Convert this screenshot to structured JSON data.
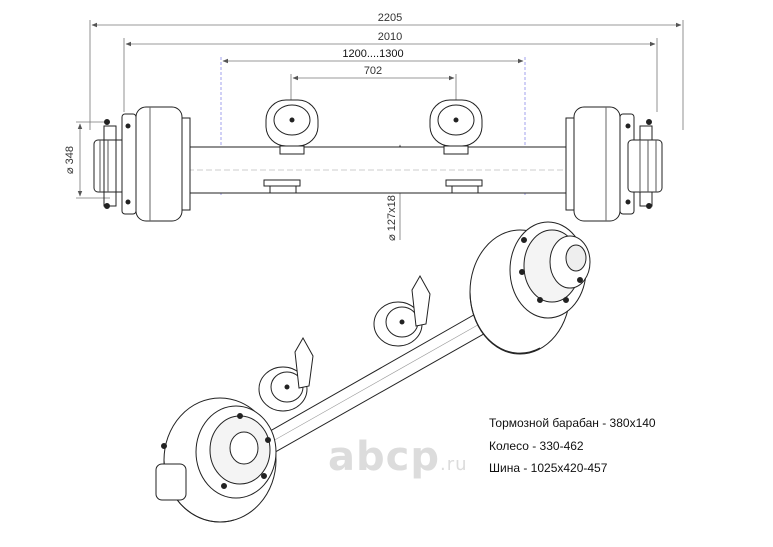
{
  "dimensions": {
    "track_overall": "2205",
    "spring_span_outer": "2010",
    "spring_centers": "1200....1300",
    "pad_centers": "702",
    "drum_diameter": "348",
    "axle_beam": "127x18"
  },
  "specs": [
    "Тормозной барабан - 380x140",
    "Колесо - 330-462",
    "Шина - 1025x420-457"
  ],
  "watermark": {
    "main": "abcp",
    "suffix": ".ru"
  }
}
